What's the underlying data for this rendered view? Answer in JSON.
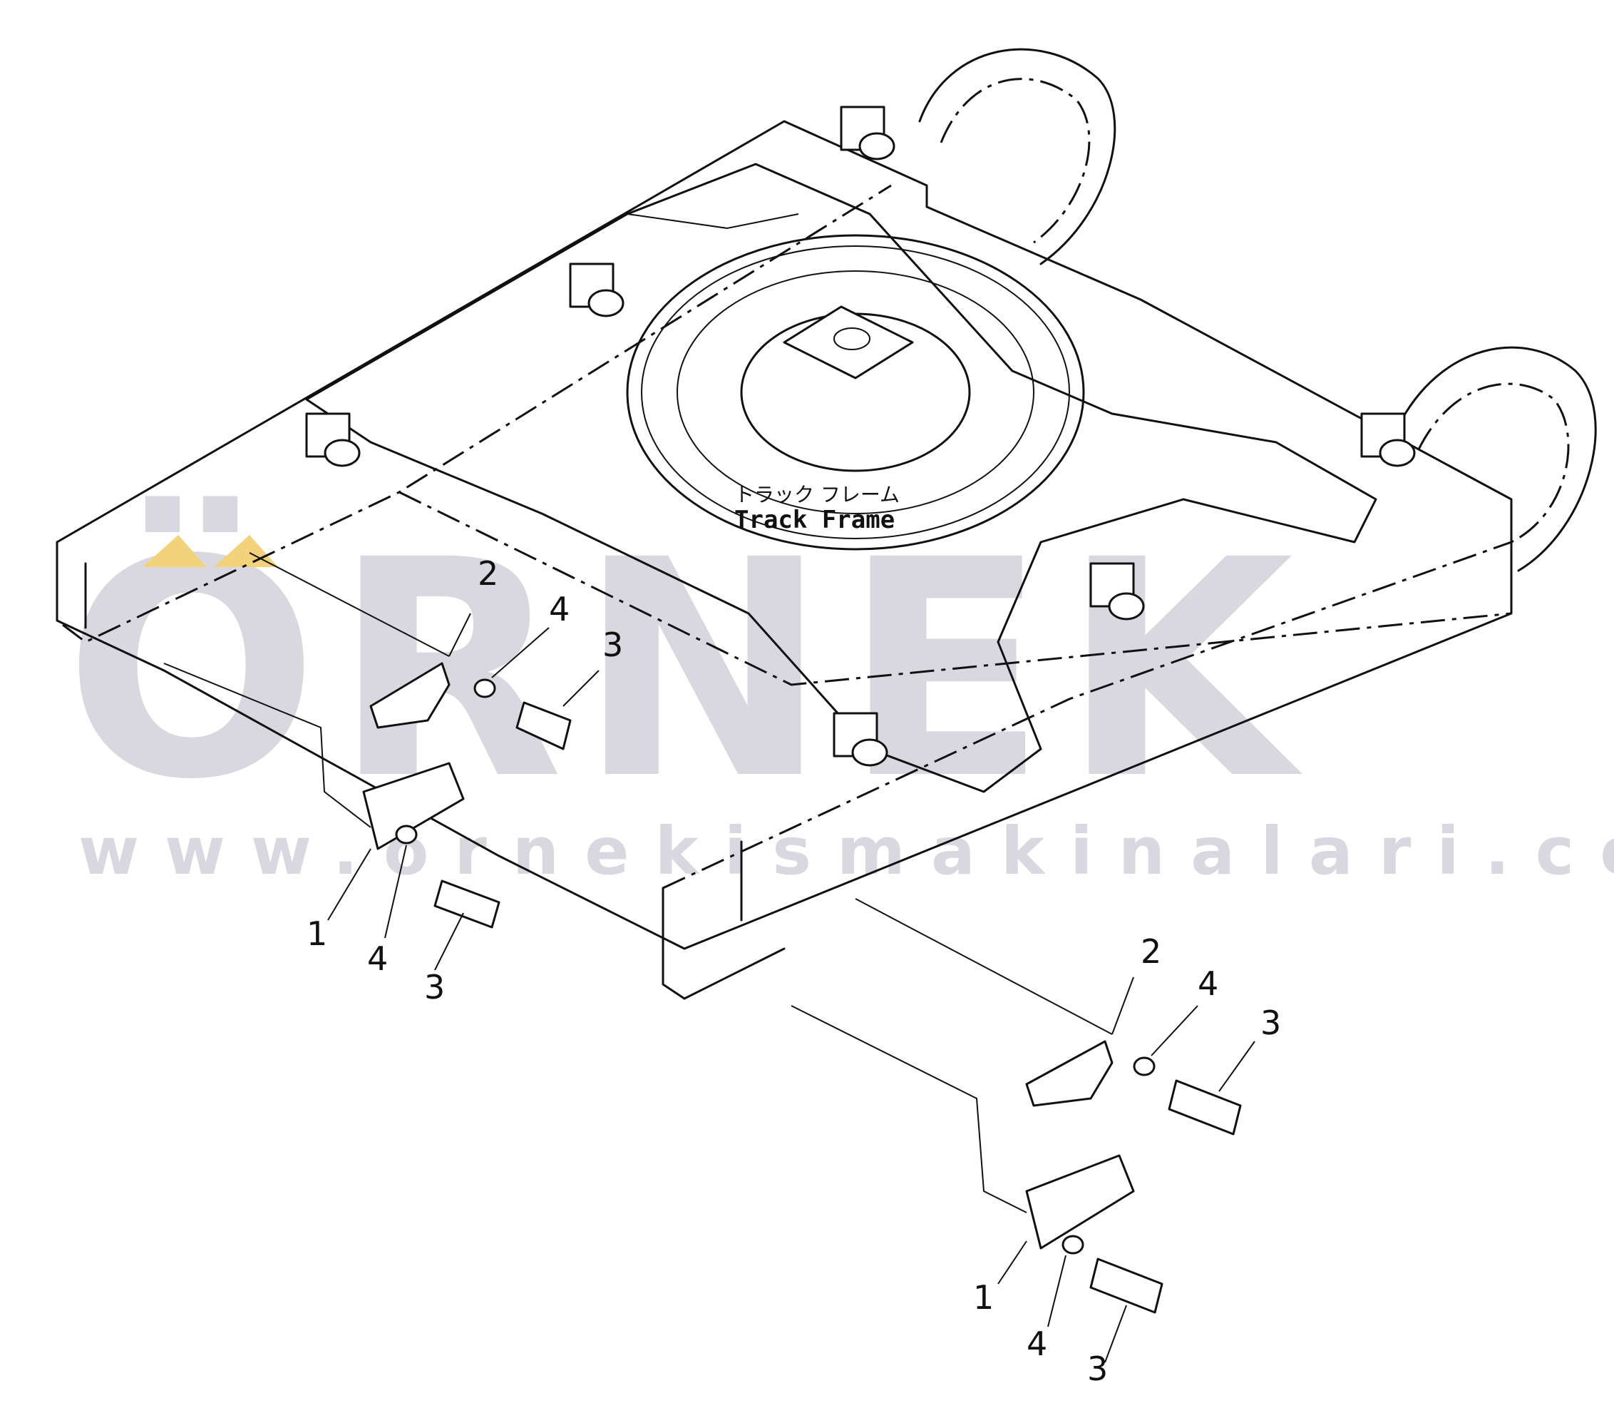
{
  "watermark": {
    "brand": "ÖRNEK",
    "url": "www.ornekismakinalari.com.tr",
    "color": "#d9d7df",
    "accent_color": "#f2d27a"
  },
  "frame_label": {
    "japanese": "トラック フレーム",
    "english": "Track Frame"
  },
  "callouts": {
    "left": {
      "part1": "1",
      "part2": "2",
      "part3a": "3",
      "part3b": "3",
      "part4a": "4",
      "part4b": "4"
    },
    "right": {
      "part1": "1",
      "part2": "2",
      "part3a": "3",
      "part3b": "3",
      "part4a": "4",
      "part4b": "4"
    }
  }
}
